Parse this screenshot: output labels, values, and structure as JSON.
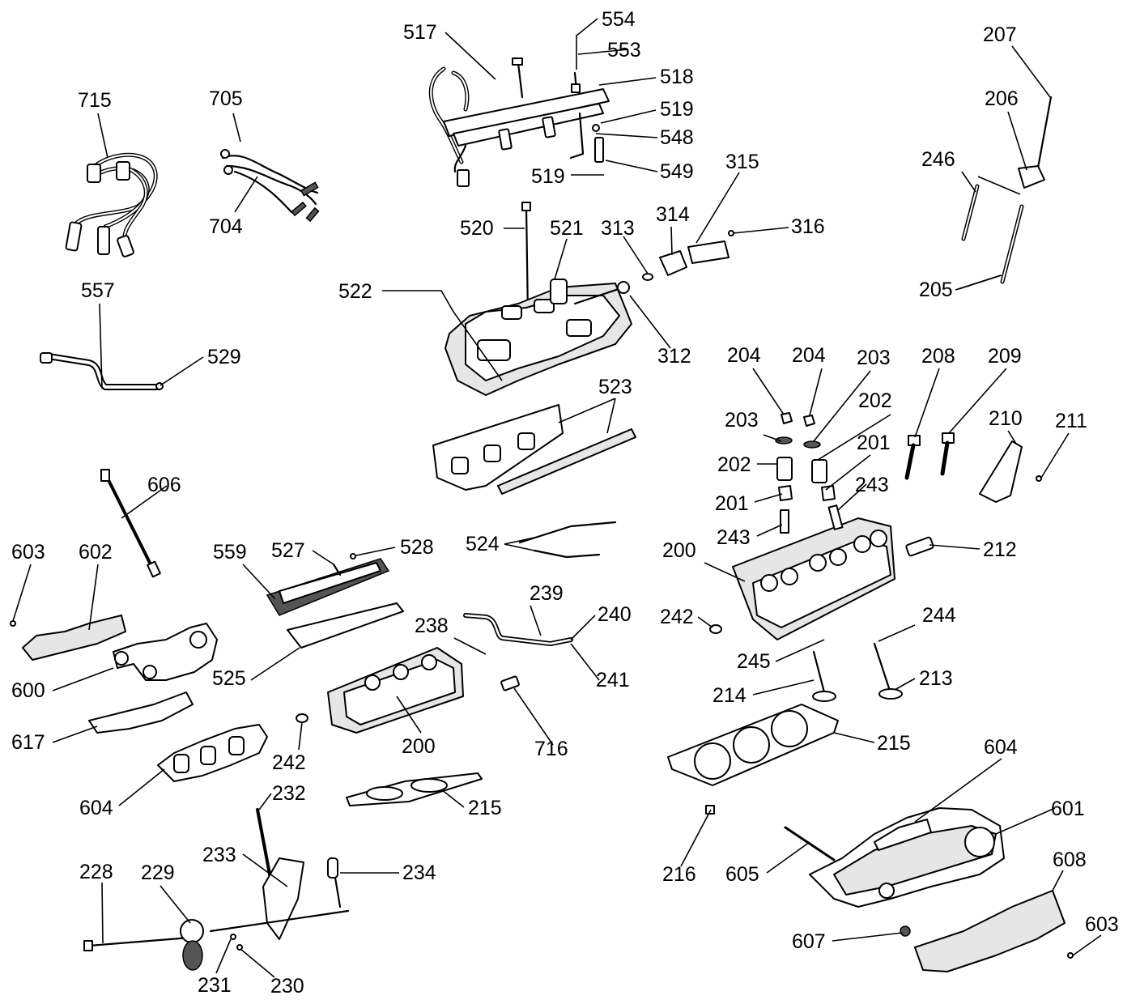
{
  "callouts": [
    {
      "id": "l715",
      "text": "715"
    },
    {
      "id": "l705",
      "text": "705"
    },
    {
      "id": "l704",
      "text": "704"
    },
    {
      "id": "l517",
      "text": "517"
    },
    {
      "id": "l554",
      "text": "554"
    },
    {
      "id": "l553",
      "text": "553"
    },
    {
      "id": "l518",
      "text": "518"
    },
    {
      "id": "l519a",
      "text": "519"
    },
    {
      "id": "l548",
      "text": "548"
    },
    {
      "id": "l549",
      "text": "549"
    },
    {
      "id": "l519b",
      "text": "519"
    },
    {
      "id": "l207",
      "text": "207"
    },
    {
      "id": "l206",
      "text": "206"
    },
    {
      "id": "l246",
      "text": "246"
    },
    {
      "id": "l205",
      "text": "205"
    },
    {
      "id": "l315",
      "text": "315"
    },
    {
      "id": "l314",
      "text": "314"
    },
    {
      "id": "l316",
      "text": "316"
    },
    {
      "id": "l313",
      "text": "313"
    },
    {
      "id": "l520",
      "text": "520"
    },
    {
      "id": "l521",
      "text": "521"
    },
    {
      "id": "l522",
      "text": "522"
    },
    {
      "id": "l312",
      "text": "312"
    },
    {
      "id": "l557",
      "text": "557"
    },
    {
      "id": "l529",
      "text": "529"
    },
    {
      "id": "l523",
      "text": "523"
    },
    {
      "id": "l204a",
      "text": "204"
    },
    {
      "id": "l204b",
      "text": "204"
    },
    {
      "id": "l203a",
      "text": "203"
    },
    {
      "id": "l208",
      "text": "208"
    },
    {
      "id": "l209",
      "text": "209"
    },
    {
      "id": "l203b",
      "text": "203"
    },
    {
      "id": "l202a",
      "text": "202"
    },
    {
      "id": "l210",
      "text": "210"
    },
    {
      "id": "l211",
      "text": "211"
    },
    {
      "id": "l202b",
      "text": "202"
    },
    {
      "id": "l201a",
      "text": "201"
    },
    {
      "id": "l201b",
      "text": "201"
    },
    {
      "id": "l243a",
      "text": "243"
    },
    {
      "id": "l243b",
      "text": "243"
    },
    {
      "id": "l606",
      "text": "606"
    },
    {
      "id": "l603a",
      "text": "603"
    },
    {
      "id": "l602",
      "text": "602"
    },
    {
      "id": "l559",
      "text": "559"
    },
    {
      "id": "l527",
      "text": "527"
    },
    {
      "id": "l528",
      "text": "528"
    },
    {
      "id": "l524",
      "text": "524"
    },
    {
      "id": "l200a",
      "text": "200"
    },
    {
      "id": "l212",
      "text": "212"
    },
    {
      "id": "l239",
      "text": "239"
    },
    {
      "id": "l240",
      "text": "240"
    },
    {
      "id": "l238",
      "text": "238"
    },
    {
      "id": "l242a",
      "text": "242"
    },
    {
      "id": "l244",
      "text": "244"
    },
    {
      "id": "l600",
      "text": "600"
    },
    {
      "id": "l525",
      "text": "525"
    },
    {
      "id": "l241",
      "text": "241"
    },
    {
      "id": "l245",
      "text": "245"
    },
    {
      "id": "l213",
      "text": "213"
    },
    {
      "id": "l214",
      "text": "214"
    },
    {
      "id": "l617",
      "text": "617"
    },
    {
      "id": "l215a",
      "text": "215"
    },
    {
      "id": "l242b",
      "text": "242"
    },
    {
      "id": "l200b",
      "text": "200"
    },
    {
      "id": "l716",
      "text": "716"
    },
    {
      "id": "l604a",
      "text": "604"
    },
    {
      "id": "l604b",
      "text": "604"
    },
    {
      "id": "l215b",
      "text": "215"
    },
    {
      "id": "l232",
      "text": "232"
    },
    {
      "id": "l601",
      "text": "601"
    },
    {
      "id": "l233",
      "text": "233"
    },
    {
      "id": "l234",
      "text": "234"
    },
    {
      "id": "l228",
      "text": "228"
    },
    {
      "id": "l229",
      "text": "229"
    },
    {
      "id": "l216",
      "text": "216"
    },
    {
      "id": "l605",
      "text": "605"
    },
    {
      "id": "l608",
      "text": "608"
    },
    {
      "id": "l603b",
      "text": "603"
    },
    {
      "id": "l607",
      "text": "607"
    },
    {
      "id": "l231",
      "text": "231"
    },
    {
      "id": "l230",
      "text": "230"
    }
  ]
}
